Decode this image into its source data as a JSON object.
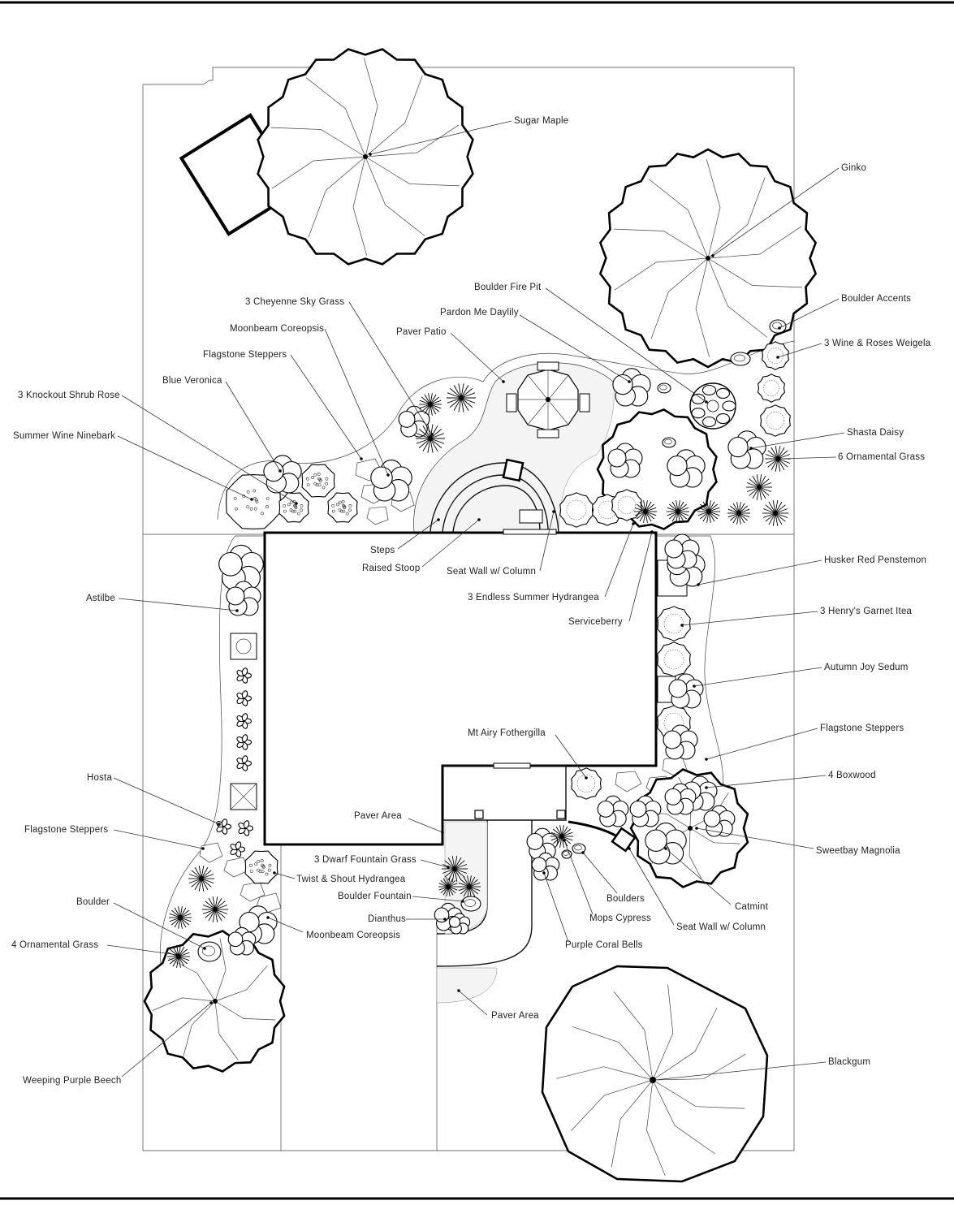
{
  "labels": [
    {
      "id": "sugar-maple",
      "text": "Sugar Maple"
    },
    {
      "id": "ginko",
      "text": "Ginko"
    },
    {
      "id": "boulder-fire-pit",
      "text": "Boulder Fire Pit"
    },
    {
      "id": "boulder-accents",
      "text": "Boulder Accents"
    },
    {
      "id": "pardon-me-daylily",
      "text": "Pardon Me Daylily"
    },
    {
      "id": "paver-patio",
      "text": "Paver Patio"
    },
    {
      "id": "cheyenne-sky-grass",
      "text": "3 Cheyenne Sky Grass"
    },
    {
      "id": "moonbeam-coreopsis-top",
      "text": "Moonbeam Coreopsis"
    },
    {
      "id": "flagstone-steppers-top",
      "text": "Flagstone Steppers"
    },
    {
      "id": "blue-veronica",
      "text": "Blue Veronica"
    },
    {
      "id": "knockout-shrub-rose",
      "text": "3 Knockout Shrub Rose"
    },
    {
      "id": "summer-wine-ninebark",
      "text": "Summer Wine Ninebark"
    },
    {
      "id": "wine-roses-weigela",
      "text": "3 Wine & Roses Weigela"
    },
    {
      "id": "shasta-daisy",
      "text": "Shasta Daisy"
    },
    {
      "id": "ornamental-grass-6",
      "text": "6 Ornamental Grass"
    },
    {
      "id": "steps",
      "text": "Steps"
    },
    {
      "id": "raised-stoop",
      "text": "Raised Stoop"
    },
    {
      "id": "seat-wall-top",
      "text": "Seat Wall w/ Column"
    },
    {
      "id": "endless-summer-hydrangea",
      "text": "3 Endless Summer Hydrangea"
    },
    {
      "id": "serviceberry",
      "text": "Serviceberry"
    },
    {
      "id": "husker-red-penstemon",
      "text": "Husker Red Penstemon"
    },
    {
      "id": "henrys-garnet-itea",
      "text": "3 Henry's Garnet Itea"
    },
    {
      "id": "autumn-joy-sedum",
      "text": "Autumn Joy Sedum"
    },
    {
      "id": "flagstone-steppers-right",
      "text": "Flagstone Steppers"
    },
    {
      "id": "astilbe",
      "text": "Astilbe"
    },
    {
      "id": "mt-airy-fothergilla",
      "text": "Mt Airy Fothergilla"
    },
    {
      "id": "boxwood-4",
      "text": "4 Boxwood"
    },
    {
      "id": "hosta",
      "text": "Hosta"
    },
    {
      "id": "paver-area-mid",
      "text": "Paver Area"
    },
    {
      "id": "sweetbay-magnolia",
      "text": "Sweetbay Magnolia"
    },
    {
      "id": "flagstone-steppers-left",
      "text": "Flagstone Steppers"
    },
    {
      "id": "dwarf-fountain-grass",
      "text": "3 Dwarf Fountain Grass"
    },
    {
      "id": "twist-shout-hydrangea",
      "text": "Twist & Shout Hydrangea"
    },
    {
      "id": "boulder-fountain",
      "text": "Boulder Fountain"
    },
    {
      "id": "boulders",
      "text": "Boulders"
    },
    {
      "id": "catmint",
      "text": "Catmint"
    },
    {
      "id": "boulder",
      "text": "Boulder"
    },
    {
      "id": "mops-cypress",
      "text": "Mops Cypress"
    },
    {
      "id": "seat-wall-bottom",
      "text": "Seat Wall w/ Column"
    },
    {
      "id": "dianthus",
      "text": "Dianthus"
    },
    {
      "id": "moonbeam-coreopsis-bottom",
      "text": "Moonbeam Coreopsis"
    },
    {
      "id": "ornamental-grass-4",
      "text": "4 Ornamental Grass"
    },
    {
      "id": "purple-coral-bells",
      "text": "Purple Coral Bells"
    },
    {
      "id": "paver-area-bottom",
      "text": "Paver Area"
    },
    {
      "id": "weeping-purple-beech",
      "text": "Weeping Purple Beech"
    },
    {
      "id": "blackgum",
      "text": "Blackgum"
    }
  ]
}
